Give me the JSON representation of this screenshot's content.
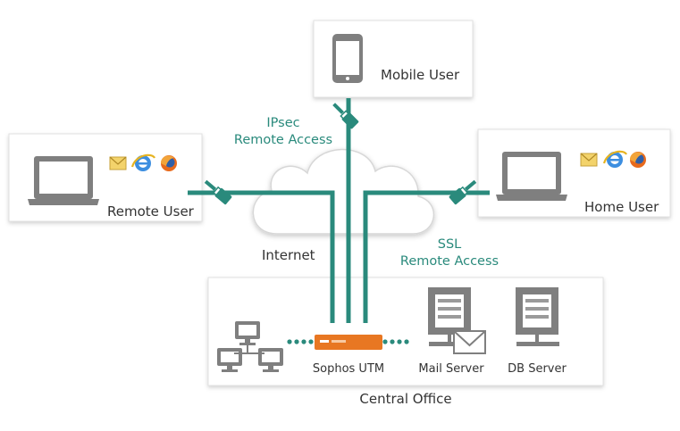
{
  "nodes": {
    "mobile_user": "Mobile User",
    "remote_user": "Remote User",
    "home_user": "Home User",
    "internet": "Internet",
    "sophos_utm": "Sophos UTM",
    "mail_server": "Mail Server",
    "db_server": "DB Server",
    "central_office": "Central Office"
  },
  "connections": {
    "ipsec_line1": "IPsec",
    "ipsec_line2": "Remote Access",
    "ssl_line1": "SSL",
    "ssl_line2": "Remote Access"
  },
  "icons": {
    "laptop": "laptop-icon",
    "smartphone": "smartphone-icon",
    "cloud": "cloud-icon",
    "server": "server-icon",
    "firewall": "firewall-appliance-icon",
    "email": "envelope-icon",
    "browsers": [
      "email-client-icon",
      "internet-explorer-icon",
      "firefox-icon"
    ]
  },
  "colors": {
    "connection": "#2a8a7c",
    "device": "#7f7f7f",
    "box_border": "#dcdcdc",
    "utm": "#e87722",
    "text": "#333333"
  }
}
